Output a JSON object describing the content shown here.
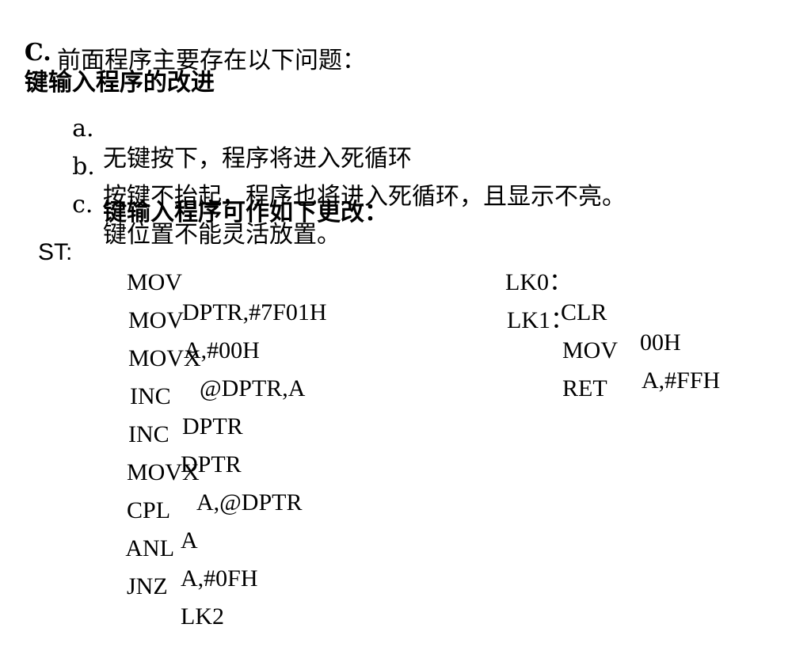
{
  "heading": {
    "marker": "C.",
    "title": "键输入程序的改进"
  },
  "intro": "前面程序主要存在以下问题：",
  "problems": [
    {
      "marker": "a.",
      "text": "无键按下，程序将进入死循环"
    },
    {
      "marker": "b.",
      "text": "按键不抬起，程序也将进入死循环，且显示不亮。"
    },
    {
      "marker": "c.",
      "text": "键位置不能灵活放置。"
    }
  ],
  "change_heading": "键输入程序可作如下更改：",
  "program": {
    "label": "ST:",
    "left_lines": [
      {
        "op": "MOV",
        "arg": "DPTR,#7F01H"
      },
      {
        "op": "MOV",
        "arg": "A,#00H"
      },
      {
        "op": "MOVX",
        "arg": "@DPTR,A"
      },
      {
        "op": "INC",
        "arg": "DPTR"
      },
      {
        "op": "INC",
        "arg": "DPTR"
      },
      {
        "op": "MOVX",
        "arg": "A,@DPTR"
      },
      {
        "op": "CPL",
        "arg": "A"
      },
      {
        "op": "ANL",
        "arg": "A,#0FH"
      },
      {
        "op": "JNZ",
        "arg": "LK2"
      }
    ],
    "right_lines": [
      {
        "label": "LK0：",
        "op": "CLR",
        "arg": "00H"
      },
      {
        "label": "LK1：",
        "op": "MOV",
        "arg": "A,#FFH"
      },
      {
        "label": "",
        "op": "RET",
        "arg": ""
      }
    ]
  }
}
